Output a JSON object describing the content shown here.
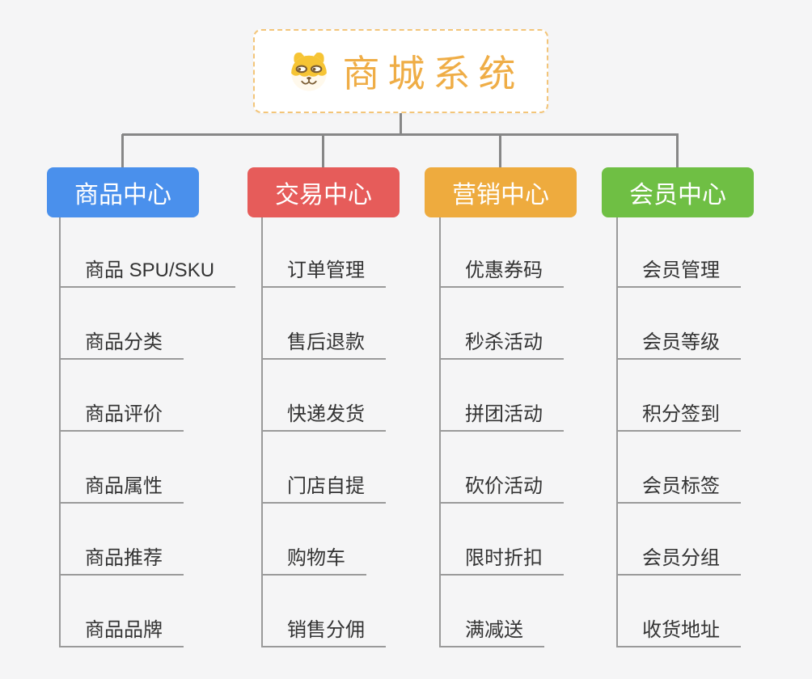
{
  "root": {
    "title": "商城系统",
    "icon": "dog-face-icon"
  },
  "branches": [
    {
      "label": "商品中心",
      "color": "#4a90ec",
      "items": [
        "商品 SPU/SKU",
        "商品分类",
        "商品评价",
        "商品属性",
        "商品推荐",
        "商品品牌"
      ]
    },
    {
      "label": "交易中心",
      "color": "#e65c5a",
      "items": [
        "订单管理",
        "售后退款",
        "快递发货",
        "门店自提",
        "购物车",
        "销售分佣"
      ]
    },
    {
      "label": "营销中心",
      "color": "#eeab3e",
      "items": [
        "优惠券码",
        "秒杀活动",
        "拼团活动",
        "砍价活动",
        "限时折扣",
        "满减送"
      ]
    },
    {
      "label": "会员中心",
      "color": "#6fbf44",
      "items": [
        "会员管理",
        "会员等级",
        "积分签到",
        "会员标签",
        "会员分组",
        "收货地址"
      ]
    }
  ],
  "colors": {
    "background": "#f5f5f6",
    "root_border": "#f3c579",
    "root_title": "#efad46",
    "connector": "#878787",
    "child_line": "#9a9a9a",
    "child_text": "#333333"
  }
}
